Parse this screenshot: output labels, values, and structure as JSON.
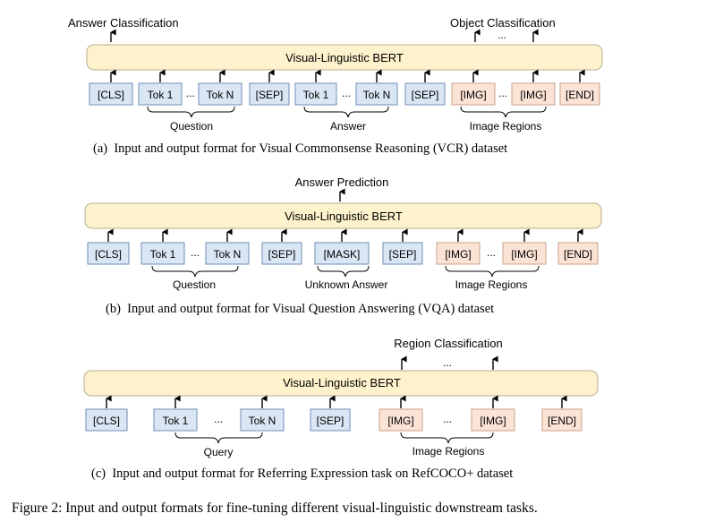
{
  "colors": {
    "bert_fill": "#fdf2cc",
    "bert_stroke": "#b9ad8e",
    "text_token_fill": "#dae6f3",
    "text_token_stroke": "#6f8fb5",
    "image_token_fill": "#fbe3d6",
    "image_token_stroke": "#c9a089",
    "arrow": "#000000"
  },
  "panel_a": {
    "bert_label": "Visual-Linguistic BERT",
    "output_left": "Answer Classification",
    "output_right": "Object Classification",
    "ellipsis": "...",
    "tokens": [
      "[CLS]",
      "Tok 1",
      "...",
      "Tok N",
      "[SEP]",
      "Tok 1",
      "...",
      "Tok N",
      "[SEP]",
      "[IMG]",
      "...",
      "[IMG]",
      "[END]"
    ],
    "groups": [
      "Question",
      "Answer",
      "Image Regions"
    ],
    "caption": "(a)  Input and output format for Visual Commonsense Reasoning (VCR) dataset"
  },
  "panel_b": {
    "bert_label": "Visual-Linguistic BERT",
    "output": "Answer Prediction",
    "tokens": [
      "[CLS]",
      "Tok 1",
      "...",
      "Tok N",
      "[SEP]",
      "[MASK]",
      "[SEP]",
      "[IMG]",
      "...",
      "[IMG]",
      "[END]"
    ],
    "groups": [
      "Question",
      "Unknown Answer",
      "Image Regions"
    ],
    "caption": "(b)  Input and output format for Visual Question Answering (VQA) dataset"
  },
  "panel_c": {
    "bert_label": "Visual-Linguistic BERT",
    "output": "Region Classification",
    "ellipsis": "...",
    "tokens": [
      "[CLS]",
      "Tok 1",
      "...",
      "Tok N",
      "[SEP]",
      "[IMG]",
      "...",
      "[IMG]",
      "[END]"
    ],
    "groups": [
      "Query",
      "Image Regions"
    ],
    "caption": "(c)  Input and output format for Referring Expression task on RefCOCO+ dataset"
  },
  "figure_caption": "Figure 2: Input and output formats for fine-tuning different visual-linguistic downstream tasks."
}
